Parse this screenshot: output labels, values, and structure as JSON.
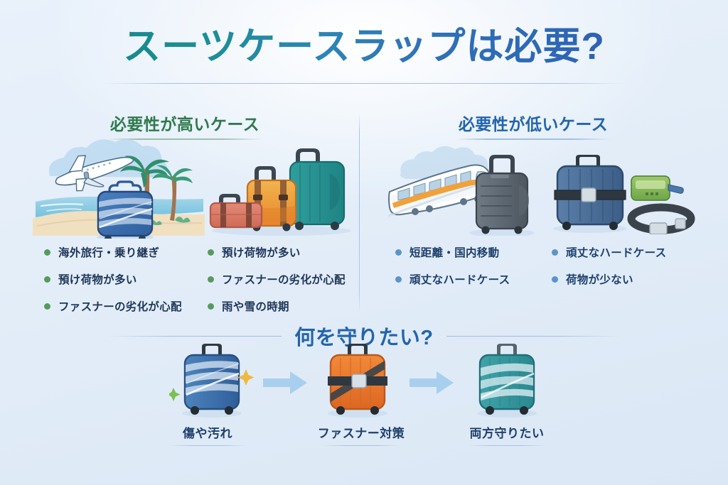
{
  "title": "スーツケースラップは必要?",
  "sections": {
    "left": {
      "heading": "必要性が高いケース",
      "accent": "#2f7a4e",
      "dot_color": "#569a5e",
      "illustrations": [
        {
          "name": "beach-travel-scene",
          "alt": "飛行機・ヤシの木・ビーチとラップ済みスーツケース"
        },
        {
          "name": "three-suitcases",
          "alt": "赤・オレンジ・ティールのスーツケース3点"
        }
      ],
      "columns": [
        {
          "items": [
            "海外旅行・乗り継ぎ",
            "預け荷物が多い",
            "ファスナーの劣化が心配"
          ]
        },
        {
          "items": [
            "預け荷物が多い",
            "ファスナーの劣化が心配",
            "雨や雪の時期"
          ]
        }
      ]
    },
    "right": {
      "heading": "必要性が低いケース",
      "accent": "#2265ab",
      "dot_color": "#5b94c9",
      "illustrations": [
        {
          "name": "train-and-hardcase",
          "alt": "電車とグレーのハードケース"
        },
        {
          "name": "belted-suitcase-tag-belt",
          "alt": "ベルト付きスーツケース・ネームタグ・ラゲッジベルト"
        }
      ],
      "columns": [
        {
          "items": [
            "短距離・国内移動",
            "頑丈なハードケース"
          ]
        },
        {
          "items": [
            "頑丈なハードケース",
            "荷物が少ない"
          ]
        }
      ]
    }
  },
  "bottom": {
    "heading": "何を守りたい?",
    "steps": [
      {
        "caption": "傷や汚れ",
        "icon": "wrapped-blue-suitcase"
      },
      {
        "caption": "ファスナー対策",
        "icon": "orange-suitcase-with-straps"
      },
      {
        "caption": "両方守りたい",
        "icon": "wrapped-teal-suitcase"
      }
    ],
    "arrows": [
      "arrow-right-icon",
      "arrow-right-icon"
    ]
  }
}
